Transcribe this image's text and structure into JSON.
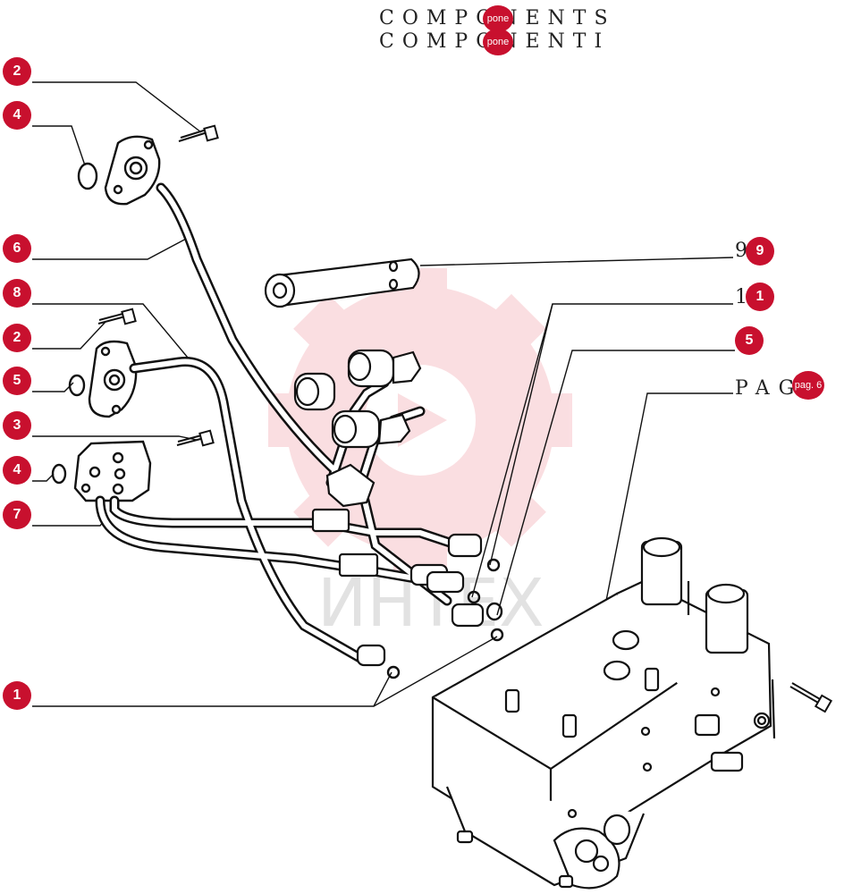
{
  "header": {
    "line1": "COMPONENTS",
    "line2": "COMPONENTI",
    "badge1": "pone",
    "badge2": "pone"
  },
  "right_labels": {
    "l9_text": "9",
    "l9_badge": "9",
    "l1_text": "1",
    "l1_badge": "1",
    "l5_badge": "5",
    "pag_text": "PAG",
    "pag_badge": "pag. 6"
  },
  "left_callouts": [
    "2",
    "4",
    "6",
    "8",
    "2",
    "5",
    "3",
    "4",
    "7",
    "1"
  ],
  "watermark": {
    "text": "ИНТЕХ",
    "color": "#e6394a"
  },
  "colors": {
    "callout": "#c8102e",
    "line": "#111111"
  }
}
